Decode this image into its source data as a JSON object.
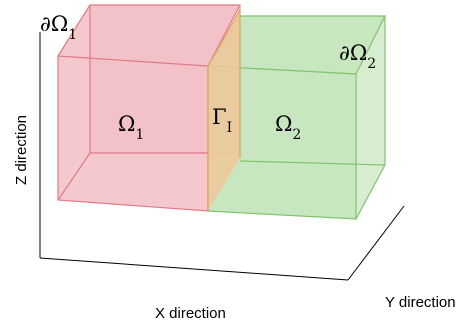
{
  "diagram": {
    "labels": {
      "boundary1": "∂Ω",
      "boundary1_sub": "1",
      "boundary2": "∂Ω",
      "boundary2_sub": "2",
      "domain1": "Ω",
      "domain1_sub": "1",
      "domain2": "Ω",
      "domain2_sub": "2",
      "interface": "Γ",
      "interface_sub": "I"
    },
    "axes": {
      "x": "X direction",
      "y": "Y direction",
      "z": "Z direction"
    },
    "colors": {
      "domain1_fill": "#f2b6be",
      "domain1_edge": "#e07a86",
      "domain2_fill": "#b6deaa",
      "domain2_edge": "#7fc46c",
      "interface_fill": "#f0c79a",
      "interface_edge": "#e0a060"
    }
  }
}
